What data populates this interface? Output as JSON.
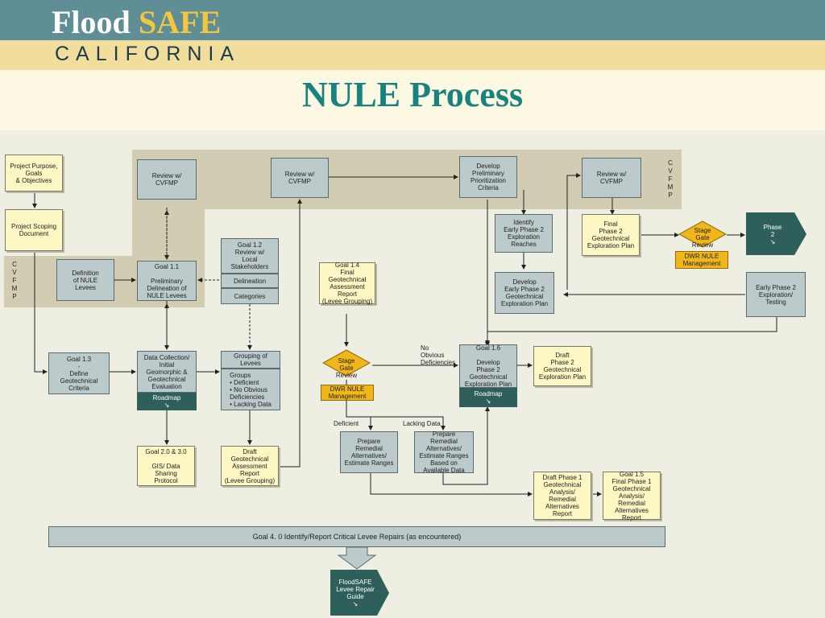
{
  "header": {
    "logo_flood": "Flood",
    "logo_safe": "SAFE",
    "logo_california": "CALIFORNIA",
    "title": "NULE Process"
  },
  "diagram": {
    "side_labels": {
      "cvfmp_left": "C\nV\nF\nM\nP",
      "cvfmp_right": "C\nV\nF\nM\nP"
    },
    "boxes": {
      "project_purpose": "Project Purpose,\nGoals\n& Objectives",
      "project_scoping": "Project Scoping\nDocument",
      "review_cvfmp_1": "Review w/\nCVFMP",
      "review_cvfmp_2": "Review w/\nCVFMP",
      "develop_prelim_criteria": "Develop\nPreliminary\nPrioritization\nCriteria",
      "review_cvfmp_3": "Review w/\nCVFMP",
      "definition_nule": "Definition\nof NULE\nLevees",
      "goal_1_1": "Goal 1.1\n\nPreliminary\nDelineation of\nNULE Levees",
      "goal_1_2_title": "Goal 1.2\nReview w/\nLocal\nStakeholders",
      "goal_1_2_delineation": "Delineation",
      "goal_1_2_categories": "Categories",
      "goal_1_4": "Goal 1.4\nFinal\nGeotechnical\nAssessment\nReport\n(Levee Grouping)",
      "identify_early_phase2": "Identify\nEarly Phase 2\nExploration\nReaches",
      "develop_early_phase2": "Develop\nEarly Phase 2\nGeotechnical\nExploration Plan",
      "final_phase2_plan": "Final\nPhase 2\nGeotechnical\nExploration Plan",
      "phase_2": "Phase\n2\n↘",
      "early_phase2_exploration": "Early Phase 2\nExploration/\nTesting",
      "goal_1_3": "Goal 1.3\n-\nDefine\nGeotechnical\nCriteria",
      "data_collection": "Data Collection/\nInitial\nGeomorphic &\nGeotechnical\nEvaluation",
      "data_collection_roadmap": "Roadmap\n↘",
      "grouping_title": "Grouping of\nLevees",
      "grouping_groups": "Groups\n• Deficient\n• No Obvious\n  Deficiencies\n• Lacking Data",
      "goal_1_6": "Goal 1.6\n\nDevelop\nPhase 2\nGeotechnical\nExploration Plan",
      "goal_1_6_roadmap": "Roadmap\n↘",
      "draft_phase2_plan": "Draft\nPhase 2\nGeotechnical\nExploration Plan",
      "goal_2_3": "Goal 2.0 & 3.0\n\nGIS/ Data\nSharing\nProtocol",
      "draft_geotech_report": "Draft\nGeotechnical\nAssessment\nReport\n(Levee Grouping)",
      "prepare_remedial_1": "Prepare\nRemedial\nAlternatives/\nEstimate Ranges",
      "prepare_remedial_2": "Prepare\nRemedial\nAlternatives/\nEstimate Ranges\nBased on\nAvailable Data",
      "draft_phase1_report": "Draft Phase 1\nGeotechnical\nAnalysis/\nRemedial\nAlternatives\nReport",
      "goal_1_5": "Goal 1.5\nFinal Phase 1\nGeotechnical\nAnalysis/\nRemedial\nAlternatives\nReport",
      "goal_4_0": "Goal 4. 0 Identify/Report Critical Levee Repairs (as encountered)",
      "floodsafe_guide": "FloodSAFE\nLevee Repair\nGuide\n↘"
    },
    "gates": {
      "stage_gate_1": "Stage\nGate\nReview",
      "dwr_nule_1": "DWR NULE\nManagement",
      "stage_gate_2": "Stage\nGate\nReview",
      "dwr_nule_2": "DWR NULE\nManagement"
    },
    "edge_labels": {
      "no_obvious": "No\nObvious\nDeficiencies",
      "deficient": "Deficient",
      "lacking_data": "Lacking Data"
    }
  },
  "colors": {
    "header_band": "#5f8e97",
    "title": "#18837e",
    "band": "#d2ccb3",
    "box_grey": "#bccacb",
    "note_yellow": "#fdf7c4",
    "dark_teal": "#2f5f5a",
    "gate_orange": "#f1b617"
  }
}
